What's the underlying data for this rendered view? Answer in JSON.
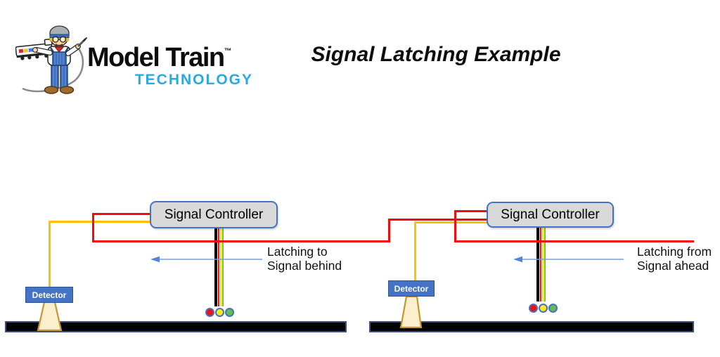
{
  "header": {
    "logo": {
      "icon": "train-engineer-mascot",
      "brand_line1": "Model Train",
      "trademark": "™",
      "brand_line2": "TECHNOLOGY",
      "brand_color": "#29A9E1"
    },
    "title": "Signal Latching Example"
  },
  "diagram": {
    "left_signal": {
      "controller_label": "Signal Controller",
      "detector_label": "Detector",
      "arrow_label_line1": "Latching to",
      "arrow_label_line2": "Signal behind",
      "arrow_direction": "left"
    },
    "right_signal": {
      "controller_label": "Signal Controller",
      "detector_label": "Detector",
      "arrow_label_line1": "Latching from",
      "arrow_label_line2": "Signal ahead",
      "arrow_direction": "left"
    },
    "signal_lamps": [
      "red",
      "yellow",
      "green"
    ],
    "colors": {
      "wire_red": "#F20D0D",
      "wire_yellow": "#FFC000",
      "mast_black": "#000000",
      "mast_yellow": "#F2E500",
      "mast_green": "#7CC623",
      "lamp_red": "#EE1111",
      "lamp_yellow": "#FFE81A",
      "lamp_green": "#63BE4C",
      "lamp_ring": "#4472C4",
      "controller_fill": "#D9D9D9",
      "controller_border": "#4472C4",
      "detector_fill": "#4472C4",
      "sensor_fill": "#FBEFCE",
      "sensor_border": "#C9952C",
      "arrow_blue": "#5585D0",
      "track_fill": "#000000",
      "track_border": "#3A5080"
    }
  }
}
